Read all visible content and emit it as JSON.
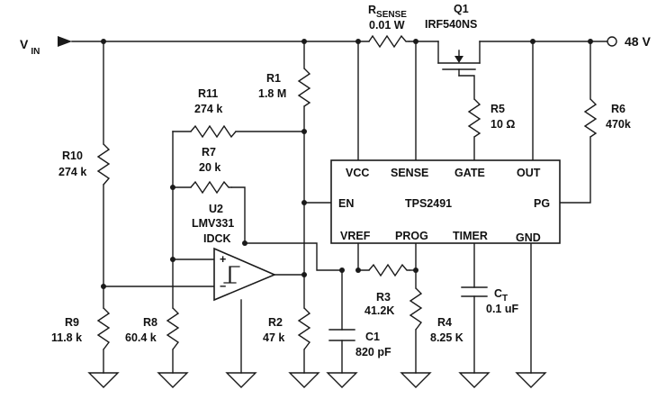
{
  "vin": {
    "main": "V",
    "sub": "IN"
  },
  "vout": "48 V",
  "rsense": {
    "main": "R",
    "sub": "SENSE",
    "value": "0.01  W"
  },
  "q1": {
    "name": "Q1",
    "part": "IRF540NS"
  },
  "r1": {
    "name": "R1",
    "value": "1.8 M"
  },
  "r11": {
    "name": "R11",
    "value": "274 k"
  },
  "r7": {
    "name": "R7",
    "value": "20 k"
  },
  "r10": {
    "name": "R10",
    "value": "274 k"
  },
  "u2": {
    "name": "U2",
    "part": "LMV331",
    "pkg": "IDCK"
  },
  "r5": {
    "name": "R5",
    "value": "10 Ω"
  },
  "r6": {
    "name": "R6",
    "value": "470k"
  },
  "ic": {
    "name": "TPS2491",
    "pins": {
      "vcc": "VCC",
      "sense": "SENSE",
      "gate": "GATE",
      "out": "OUT",
      "en": "EN",
      "pg": "PG",
      "vref": "VREF",
      "prog": "PROG",
      "timer": "TIMER",
      "gnd": "GND"
    }
  },
  "r3": {
    "name": "R3",
    "value": "41.2K"
  },
  "r4": {
    "name": "R4",
    "value": "8.25 K"
  },
  "c1": {
    "name": "C1",
    "value": "820 pF"
  },
  "ct": {
    "main": "C",
    "sub": "T",
    "value": "0.1 uF"
  },
  "r9": {
    "name": "R9",
    "value": "11.8 k"
  },
  "r8": {
    "name": "R8",
    "value": "60.4 k"
  },
  "r2": {
    "name": "R2",
    "value": "47 k"
  },
  "opamp": {
    "plus": "+",
    "minus": "−"
  }
}
